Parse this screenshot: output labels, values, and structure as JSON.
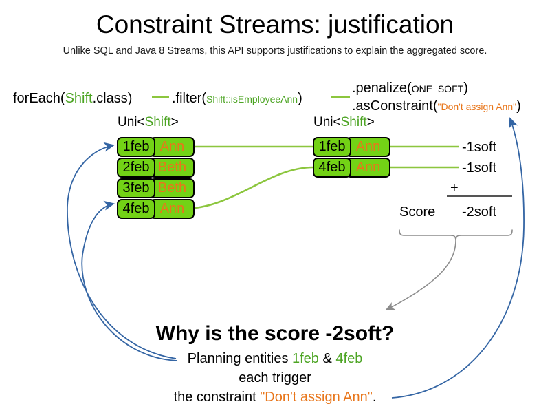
{
  "slide": {
    "title": "Constraint Streams: justification",
    "subtitle": "Unlike SQL and Java 8 Streams, this API supports justifications to explain the aggregated score."
  },
  "colors": {
    "background": "#ffffff",
    "type_green": "#4ca423",
    "string_orange": "#e8761b",
    "box_green": "#73d216",
    "box_border": "#000000",
    "connector_green": "#8cc63e",
    "arrow_blue": "#3465a4",
    "brace_gray": "#888888",
    "text_black": "#000000"
  },
  "pipeline": {
    "foreach": {
      "prefix": "forEach(",
      "type": "Shift",
      "suffix": ".class)"
    },
    "filter": {
      "prefix": ".filter(",
      "method_ref": "Shift::isEmployeeAnn",
      "suffix": ")"
    },
    "penalize": {
      "prefix": ".penalize(",
      "arg": "ONE_SOFT",
      "suffix": ")"
    },
    "as_constraint": {
      "prefix": ".asConstraint(",
      "arg": "\"Don't assign Ann\"",
      "suffix": ")"
    }
  },
  "streams": [
    {
      "name": "left-stream",
      "label_prefix": "Uni<",
      "label_type": "Shift",
      "label_suffix": ">",
      "rows": [
        {
          "fact": "1feb",
          "value": "Ann"
        },
        {
          "fact": "2feb",
          "value": "Beth"
        },
        {
          "fact": "3feb",
          "value": "Beth"
        },
        {
          "fact": "4feb",
          "value": "Ann"
        }
      ]
    },
    {
      "name": "right-stream",
      "label_prefix": "Uni<",
      "label_type": "Shift",
      "label_suffix": ">",
      "rows": [
        {
          "fact": "1feb",
          "value": "Ann"
        },
        {
          "fact": "4feb",
          "value": "Ann"
        }
      ]
    }
  ],
  "score": {
    "penalties": [
      "-1soft",
      "-1soft"
    ],
    "operator": "+",
    "label": "Score",
    "total": "-2soft"
  },
  "explanation": {
    "heading": "Why is the score -2soft?",
    "line1_prefix": "Planning entities ",
    "line1_entity_a": "1feb",
    "line1_amp": " & ",
    "line1_entity_b": "4feb",
    "line2": "each trigger",
    "line3_prefix": "the constraint ",
    "line3_constraint": "\"Don't assign Ann\"",
    "line3_suffix": "."
  }
}
